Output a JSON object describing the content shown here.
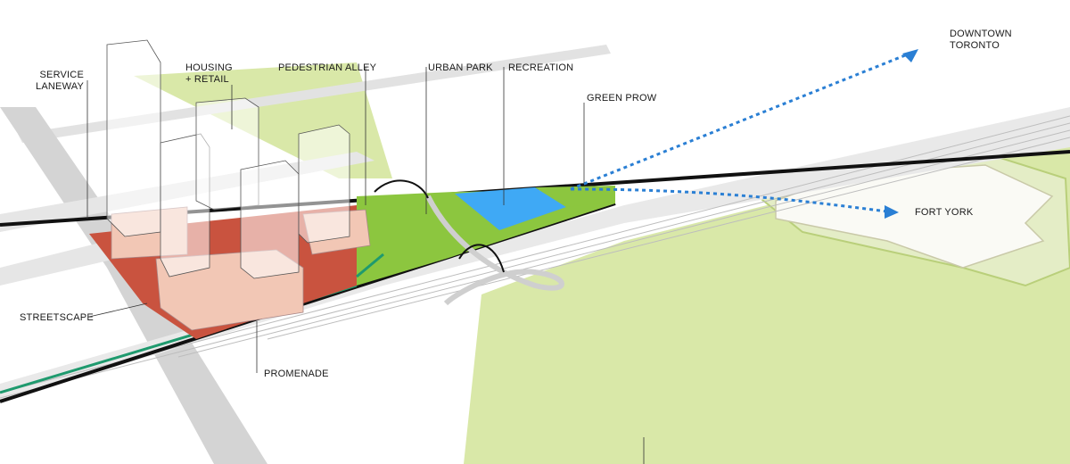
{
  "labels": {
    "service_laneway": [
      "SERVICE",
      "LANEWAY"
    ],
    "housing_retail": [
      "HOUSING",
      "+ RETAIL"
    ],
    "pedestrian_alley": "PEDESTRIAN ALLEY",
    "urban_park": "URBAN PARK",
    "recreation": "RECREATION",
    "green_prow": "GREEN PROW",
    "downtown_toronto": [
      "DOWNTOWN",
      "TORONTO"
    ],
    "fort_york": "FORT YORK",
    "streetscape": "STREETSCAPE",
    "promenade": "PROMENADE"
  },
  "colors": {
    "park_green": "#8cc63f",
    "light_green": "#d9e8a8",
    "recreation_blue": "#3fa9f5",
    "plaza_red": "#c9533f",
    "podium_pink": "#f2c7b5",
    "promenade_teal": "#1f9a6e",
    "arrow_blue": "#2a7fd4",
    "rail_black": "#111111",
    "road_gray": "#d4d4d4"
  }
}
